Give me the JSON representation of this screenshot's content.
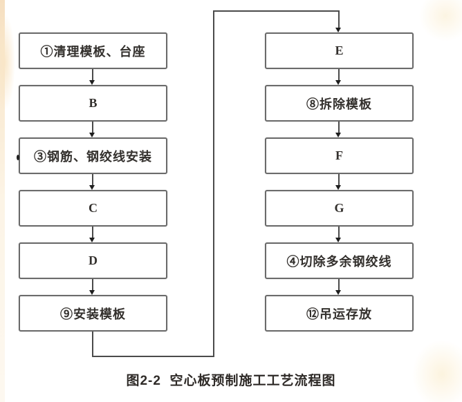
{
  "figure": {
    "caption": "图2-2  空心板预制施工工艺流程图"
  },
  "flowchart": {
    "left_column": [
      {
        "label": "①清理模板、台座"
      },
      {
        "label": "B"
      },
      {
        "label": "③钢筋、钢绞线安装"
      },
      {
        "label": "C"
      },
      {
        "label": "D"
      },
      {
        "label": "⑨安装模板"
      }
    ],
    "right_column": [
      {
        "label": "E"
      },
      {
        "label": "⑧拆除模板"
      },
      {
        "label": "F"
      },
      {
        "label": "G"
      },
      {
        "label": "④切除多余钢绞线"
      },
      {
        "label": "⑫吊运存放"
      }
    ],
    "styles": {
      "box_border_color": "#6a6a6a",
      "connector_color": "#4a4a4a",
      "arrowhead_color": "#1f1f1f",
      "text_color": "#33302d",
      "stain_color": "#f6dfc0"
    }
  }
}
